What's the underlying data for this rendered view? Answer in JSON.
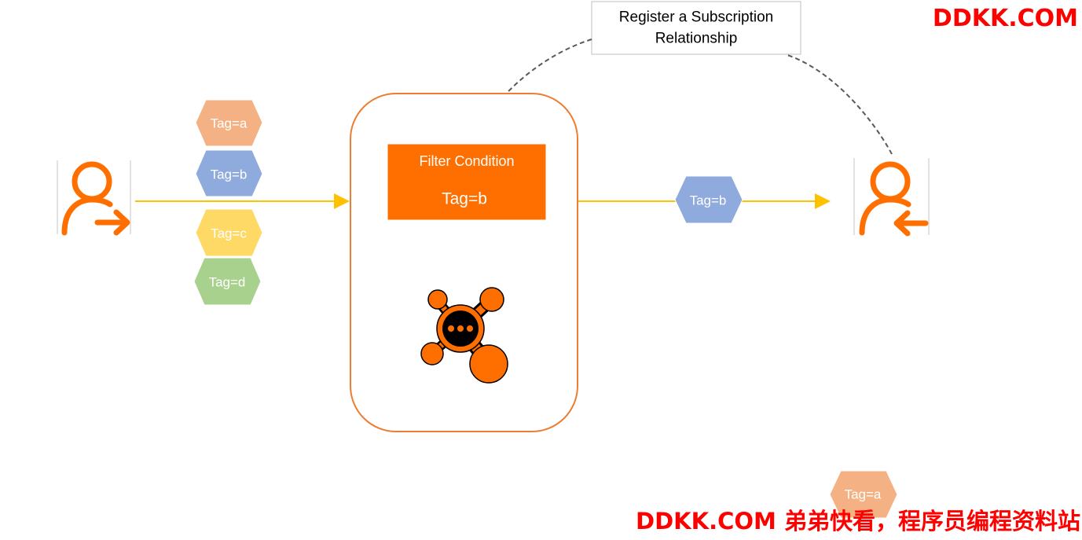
{
  "watermark_top": "DDKK.COM",
  "watermark_bottom": "DDKK.COM 弟弟快看，程序员编程资料站",
  "register_note": {
    "line1": "Register a Subscription",
    "line2": "Relationship"
  },
  "filter_box": {
    "title": "Filter Condition",
    "condition": "Tag=b"
  },
  "incoming_tags": [
    {
      "label": "Tag=a",
      "color": "#f4b183"
    },
    {
      "label": "Tag=b",
      "color": "#8faadc"
    },
    {
      "label": "Tag=c",
      "color": "#ffd966"
    },
    {
      "label": "Tag=d",
      "color": "#a9d18e"
    }
  ],
  "outgoing_tag": {
    "label": "Tag=b",
    "color": "#8faadc"
  },
  "stray_tag": {
    "label": "Tag=a",
    "color": "#f4b183"
  },
  "colors": {
    "accent": "#ff6f00",
    "broker_border": "#ed7d31",
    "arrow": "#ffc000",
    "dashed": "#595959"
  }
}
